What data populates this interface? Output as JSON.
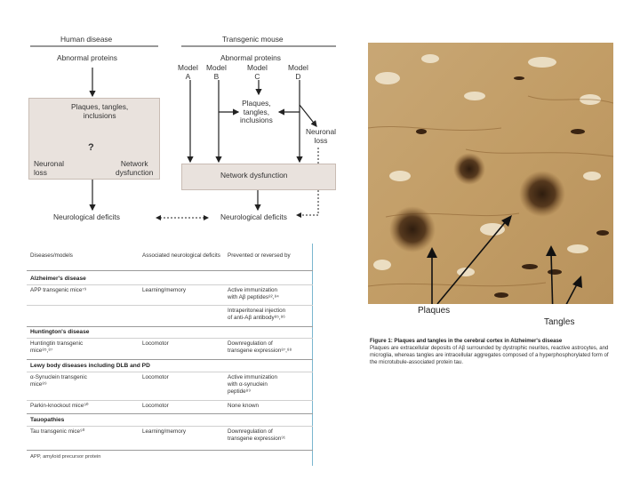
{
  "diagram": {
    "human_header": "Human disease",
    "mouse_header": "Transgenic mouse",
    "human_abnormal": "Abnormal proteins",
    "mouse_abnormal": "Abnormal proteins",
    "models": [
      {
        "line1": "Model",
        "line2": "A"
      },
      {
        "line1": "Model",
        "line2": "B"
      },
      {
        "line1": "Model",
        "line2": "C"
      },
      {
        "line1": "Model",
        "line2": "D"
      }
    ],
    "pti_human": [
      "Plaques, tangles,",
      "inclusions"
    ],
    "pti_mouse": [
      "Plaques,",
      "tangles,",
      "inclusions"
    ],
    "question": "?",
    "neuronal_loss_human": [
      "Neuronal",
      "loss"
    ],
    "network_dysfunction_human": [
      "Network",
      "dysfunction"
    ],
    "neuronal_loss_mouse": [
      "Neuronal",
      "loss"
    ],
    "network_dysfunction_mouse": "Network dysfunction",
    "deficits_human": "Neurological deficits",
    "deficits_mouse": "Neurological deficits"
  },
  "table": {
    "headers": [
      "Diseases/models",
      "Associated neurological deficits",
      "Prevented or reversed by"
    ],
    "sections": [
      {
        "title": "Alzheimer's disease"
      },
      {
        "title": "Huntington's disease"
      },
      {
        "title": "Lewy body diseases including DLB and PD"
      },
      {
        "title": "Tauopathies"
      }
    ],
    "rows": [
      {
        "model": "APP transgenic mice⁷⁹",
        "deficit": "Learning/memory",
        "treatment": [
          "Active immunization",
          "with Aβ peptides⁸²,⁸⁴"
        ]
      },
      {
        "model": "",
        "deficit": "",
        "treatment": [
          "Intraperitoneal injection",
          "of anti-Aβ antibody⁸⁵,⁸⁶"
        ]
      },
      {
        "model": "Huntingtin transgenic mice⁸⁵,⁸⁷",
        "deficit": "Locomotor",
        "treatment": [
          "Downregulation of",
          "transgene expression⁸⁷,⁸⁸"
        ]
      },
      {
        "model": "α-Synuclein transgenic mice⁸⁹",
        "deficit": "Locomotor",
        "treatment": [
          "Active immunization",
          "with α-synuclein",
          "peptide⁸⁹"
        ]
      },
      {
        "model": "Parkin-knockout mice⁹⁰",
        "deficit": "Locomotor",
        "treatment": [
          "None known"
        ]
      },
      {
        "model": "Tau transgenic mice⁹⁰",
        "deficit": "Learning/memory",
        "treatment": [
          "Downregulation of",
          "transgene expression⁹¹"
        ]
      }
    ],
    "footnote": "APP, amyloid precursor protein"
  },
  "figure": {
    "label_plaques": "Plaques",
    "label_tangles": "Tangles",
    "caption_title": "Figure 1: Plaques and tangles in the cerebral cortex in Alzheimer's disease",
    "caption_text": "Plaques are extracellular deposits of Aβ surrounded by dystrophic neurites, reactive astrocytes, and microglia, whereas tangles are intracellular aggregates composed of a hyperphosphorylated form of the microtubule-associated protein tau.",
    "colors": {
      "background": "#c9a46e",
      "plaque": "#3a2412",
      "cell": "#f2ead8"
    }
  }
}
